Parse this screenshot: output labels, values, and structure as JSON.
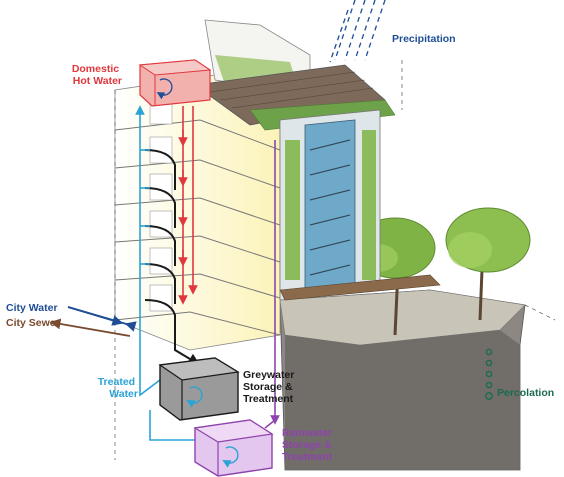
{
  "labels": {
    "precipitation": "Precipitation",
    "domestic_hot_water": [
      "Domestic",
      "Hot Water"
    ],
    "city_water": "City Water",
    "city_sewer": "City Sewer",
    "treated_water": [
      "Treated",
      "Water"
    ],
    "greywater": [
      "Greywater",
      "Storage &",
      "Treatment"
    ],
    "rainwater": [
      "Rainwater",
      "Storage &",
      "Treatment"
    ],
    "percolation": "Percolation"
  },
  "colors": {
    "hot_water": "#e0383e",
    "city_water": "#1f4e96",
    "city_sewer": "#7a4a2e",
    "treated_water": "#2aa3d6",
    "greywater": "#1a1a1a",
    "rainwater": "#8e44ad",
    "precipitation": "#1f4e96",
    "percolation": "#1a6b4f",
    "building_glow": "#fbf3b8",
    "glass": "#6fa9c9",
    "green_panel": "#7cb342",
    "tree": "#8cbf4f",
    "soil": "#6e6a66"
  }
}
